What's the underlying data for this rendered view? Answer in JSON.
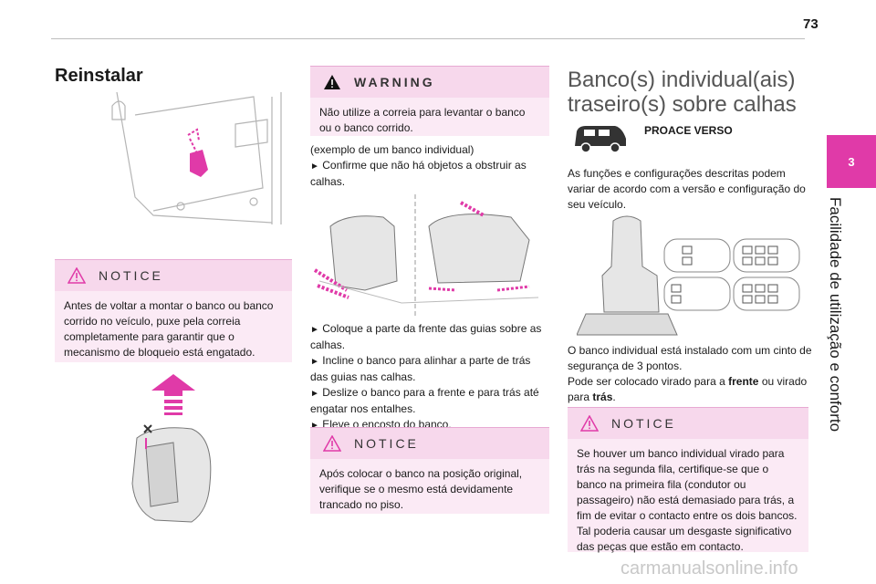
{
  "page_number": "73",
  "chapter_number": "3",
  "chapter_title": "Facilidade de utilização e conforto",
  "left": {
    "heading": "Reinstalar",
    "notice": {
      "title": "NOTICE",
      "text": "Antes de voltar a montar o banco ou banco corrido no veículo, puxe pela correia completamente para garantir que o mecanismo de bloqueio está engatado."
    }
  },
  "middle": {
    "warning": {
      "title": "WARNING",
      "text": "Não utilize a correia para levantar o banco ou o banco corrido."
    },
    "example_caption": "(exemplo de um banco individual)",
    "step1": "Confirme que não há objetos a obstruir as calhas.",
    "step2": "Coloque a parte da frente das guias sobre as calhas.",
    "step3": "Incline o banco para alinhar a parte de trás das guias nas calhas.",
    "step4": "Deslize o banco para a frente e para trás até engatar nos entalhes.",
    "step5": "Eleve o encosto do banco.",
    "notice": {
      "title": "NOTICE",
      "text": "Após colocar o banco na posição original, verifique se o mesmo está devidamente trancado no piso."
    }
  },
  "right": {
    "heading": "Banco(s) individual(ais) traseiro(s) sobre calhas",
    "model_label": "PROACE VERSO",
    "intro": "As funções e configurações descritas podem variar de acordo com a versão e configuração do seu veículo.",
    "desc_line1": "O banco individual está instalado com um cinto de segurança de 3 pontos.",
    "desc_line2_prefix": "Pode ser colocado virado para a",
    "desc_front": "frente",
    "desc_or": "ou virado para",
    "desc_back": "trás",
    "desc_end": ".",
    "notice": {
      "title": "NOTICE",
      "text": "Se houver um banco individual virado para trás na segunda fila, certifique-se que o banco na primeira fila (condutor ou passageiro) não está demasiado para trás, a fim de evitar o contacto entre os dois bancos. Tal poderia causar um desgaste significativo das peças que estão em contacto."
    }
  },
  "step_marker": "►",
  "watermark": "carmanualsonline.info",
  "colors": {
    "accent": "#e03aa8",
    "box_bg": "#fbeaf5",
    "box_head": "#f7d8ec"
  }
}
